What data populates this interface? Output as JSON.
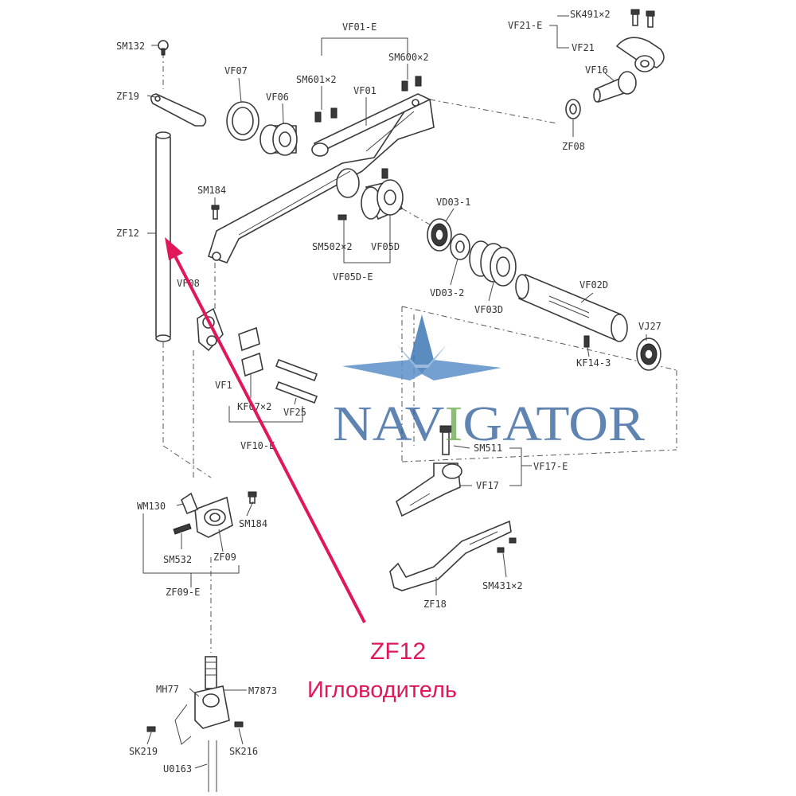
{
  "callout": {
    "code": "ZF12",
    "description": "Игловодитель",
    "color": "#e0185a"
  },
  "watermark": {
    "text_before": "NAV",
    "text_i": "I",
    "text_after": "GATOR",
    "color": "#2f5f9a",
    "accent": "#6aa84f"
  },
  "parts": {
    "SM132": "SM132",
    "ZF19": "ZF19",
    "ZF12": "ZF12",
    "SM184_top": "SM184",
    "VF07": "VF07",
    "VF06_top": "VF06",
    "SM601": "SM601×2",
    "VF01_E": "VF01-E",
    "VF01": "VF01",
    "SM600": "SM600×2",
    "SK491": "SK491×2",
    "VF21_E": "VF21-E",
    "VF21": "VF21",
    "VF16": "VF16",
    "ZF08": "ZF08",
    "VD03_1": "VD03-1",
    "SM502": "SM502×2",
    "VF05D": "VF05D",
    "VF05D_E": "VF05D-E",
    "VD03_2": "VD03-2",
    "VF03D": "VF03D",
    "VF02D": "VF02D",
    "VJ27": "VJ27",
    "KF14_3": "KF14-3",
    "VF08": "VF08",
    "VF1x": "VF1",
    "KF07": "KF07×2",
    "VF25": "VF25",
    "VF10_E": "VF10-E",
    "SM511": "SM511",
    "VF17_E": "VF17-E",
    "VF17": "VF17",
    "WM130": "WM130",
    "SM184_bottom": "SM184",
    "SM532": "SM532",
    "ZF09": "ZF09",
    "ZF09_E": "ZF09-E",
    "ZF18": "ZF18",
    "SM431": "SM431×2",
    "MH77": "MH77",
    "M7873": "M7873",
    "SK219": "SK219",
    "SK216": "SK216",
    "U0163": "U0163"
  }
}
